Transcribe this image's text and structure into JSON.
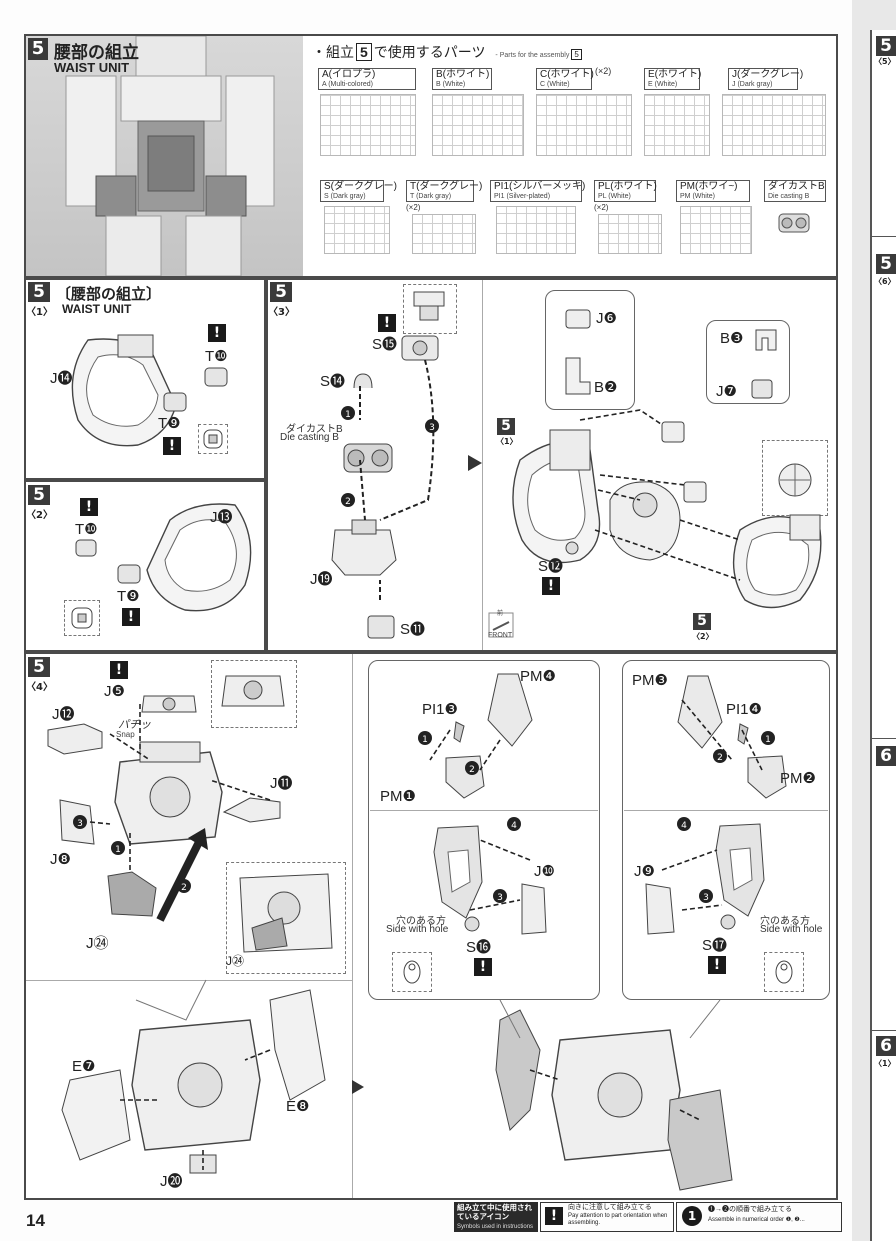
{
  "page_number": "14",
  "header": {
    "step": "5",
    "title_jp": "腰部の組立",
    "title_en": "WAIST UNIT",
    "parts_heading_jp": "・組立",
    "parts_step": "5",
    "parts_heading_jp2": "で使用するパーツ",
    "parts_heading_en": "- Parts for the assembly",
    "parts_step_en": "5"
  },
  "runners": [
    {
      "jp": "A(イロプラ)",
      "en": "A (Multi-colored)",
      "mult": ""
    },
    {
      "jp": "B(ホワイト)",
      "en": "B (White)",
      "mult": ""
    },
    {
      "jp": "C(ホワイト)",
      "en": "C (White)",
      "mult": "(×2)"
    },
    {
      "jp": "E(ホワイト)",
      "en": "E (White)",
      "mult": ""
    },
    {
      "jp": "J(ダークグレー)",
      "en": "J (Dark gray)",
      "mult": ""
    },
    {
      "jp": "S(ダークグレー)",
      "en": "S (Dark gray)",
      "mult": ""
    },
    {
      "jp": "T(ダークグレー)",
      "en": "T (Dark gray)",
      "mult": "(×2)"
    },
    {
      "jp": "PI1(シルバーメッキ)",
      "en": "PI1 (Silver-plated)",
      "mult": ""
    },
    {
      "jp": "PL(ホワイト)",
      "en": "PL (White)",
      "mult": "(×2)"
    },
    {
      "jp": "PM(ホワイ~)",
      "en": "PM (White)",
      "mult": ""
    },
    {
      "jp": "ダイカストB",
      "en": "Die casting B",
      "mult": ""
    }
  ],
  "sub1": {
    "step": "5",
    "sub": "〈1〉",
    "title_jp": "〔腰部の組立〕",
    "title_en": "WAIST UNIT",
    "labels": {
      "j14": "J⓮",
      "t10": "T❿",
      "t9": "T❾"
    }
  },
  "sub2": {
    "step": "5",
    "sub": "〈2〉",
    "labels": {
      "t10": "T❿",
      "j13": "J⓭",
      "t9": "T❾"
    }
  },
  "sub3": {
    "step": "5",
    "sub": "〈3〉",
    "labels": {
      "s15": "S⓯",
      "s14": "S⓮",
      "diecast_jp": "ダイカストB",
      "diecast_en": "Die casting B",
      "j19": "J⓳",
      "s11": "S⓫"
    },
    "steps": [
      "❶",
      "❷",
      "❸"
    ]
  },
  "sub3b": {
    "labels": {
      "j6": "J❻",
      "b2": "B❷",
      "b3": "B❸",
      "j7": "J❼",
      "s12": "S⓬",
      "front": "FRONT",
      "front_jp": "前"
    },
    "ref1_step": "5",
    "ref1_sub": "〈1〉",
    "ref2_step": "5",
    "ref2_sub": "〈2〉"
  },
  "sub4": {
    "step": "5",
    "sub": "〈4〉",
    "labels": {
      "j5": "J❺",
      "j12": "J⓬",
      "snap_jp": "パチッ",
      "snap_en": "Snap",
      "j11": "J⓫",
      "j8": "J❽",
      "j24": "J㉔",
      "j24b": "J㉔",
      "e7": "E❼",
      "e8": "E❽",
      "j20": "J⓴"
    }
  },
  "sub4_right": {
    "left_panel": {
      "pm4": "PM❹",
      "pi13": "PI1❸",
      "pm1": "PM❶",
      "j10": "J❿",
      "hole_jp": "穴のある方",
      "hole_en": "Side with hole",
      "s16": "S⓰"
    },
    "right_panel": {
      "pm3": "PM❸",
      "pi14": "PI1❹",
      "pm2": "PM❷",
      "j9": "J❾",
      "hole_jp": "穴のある方",
      "hole_en": "Side with hole",
      "s17": "S⓱"
    }
  },
  "footer": {
    "icon_legend_jp": "組み立て中に使用されているアイコン",
    "icon_legend_en": "Symbols used in instructions",
    "warn_jp": "向きに注意して組み立てる",
    "warn_en": "Pay attention to part orientation when assembling.",
    "order_jp": "❶→❷の順番で組み立てる",
    "order_en": "Assemble in numerical order ❶, ❷..."
  },
  "right_edge": {
    "tabs": [
      "5",
      "〈5〉",
      "5",
      "〈6〉",
      "6",
      "6",
      "〈1〉"
    ]
  }
}
